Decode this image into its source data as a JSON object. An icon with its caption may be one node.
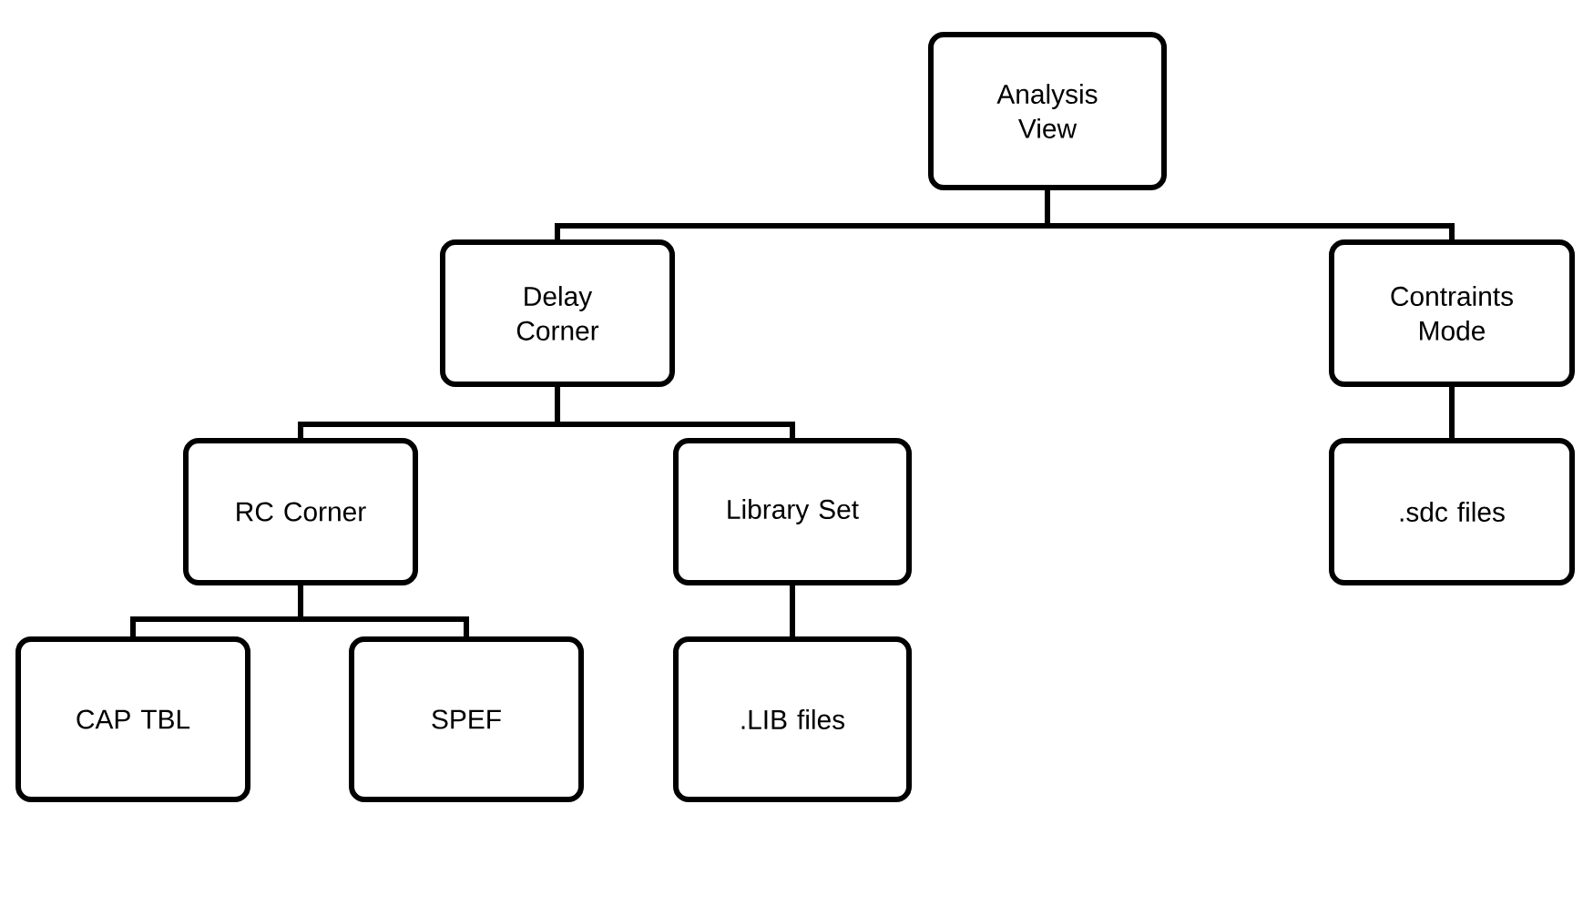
{
  "diagram": {
    "nodes": [
      {
        "text": [
          "Analysis View"
        ]
      },
      {
        "text": [
          "Delay Corner"
        ]
      },
      {
        "text": [
          "Contraints Mode"
        ]
      },
      {
        "text": [
          "RC Corner"
        ]
      },
      {
        "text": [
          "Library Set"
        ]
      },
      {
        "text": [
          ".sdc files"
        ]
      },
      {
        "text": [
          "CAP TBL"
        ]
      },
      {
        "text": [
          "SPEF"
        ]
      },
      {
        "text": [
          ".LIB files"
        ]
      }
    ],
    "edges": [
      {
        "from": 0,
        "to": 1,
        "arrow": "none"
      },
      {
        "from": 0,
        "to": 2,
        "arrow": "none"
      },
      {
        "from": 1,
        "to": 3,
        "arrow": "none"
      },
      {
        "from": 1,
        "to": 4,
        "arrow": "none"
      },
      {
        "from": 2,
        "to": 5,
        "arrow": "none"
      },
      {
        "from": 3,
        "to": 6,
        "arrow": "none"
      },
      {
        "from": 3,
        "to": 7,
        "arrow": "none"
      },
      {
        "from": 4,
        "to": 8,
        "arrow": "none"
      }
    ]
  }
}
